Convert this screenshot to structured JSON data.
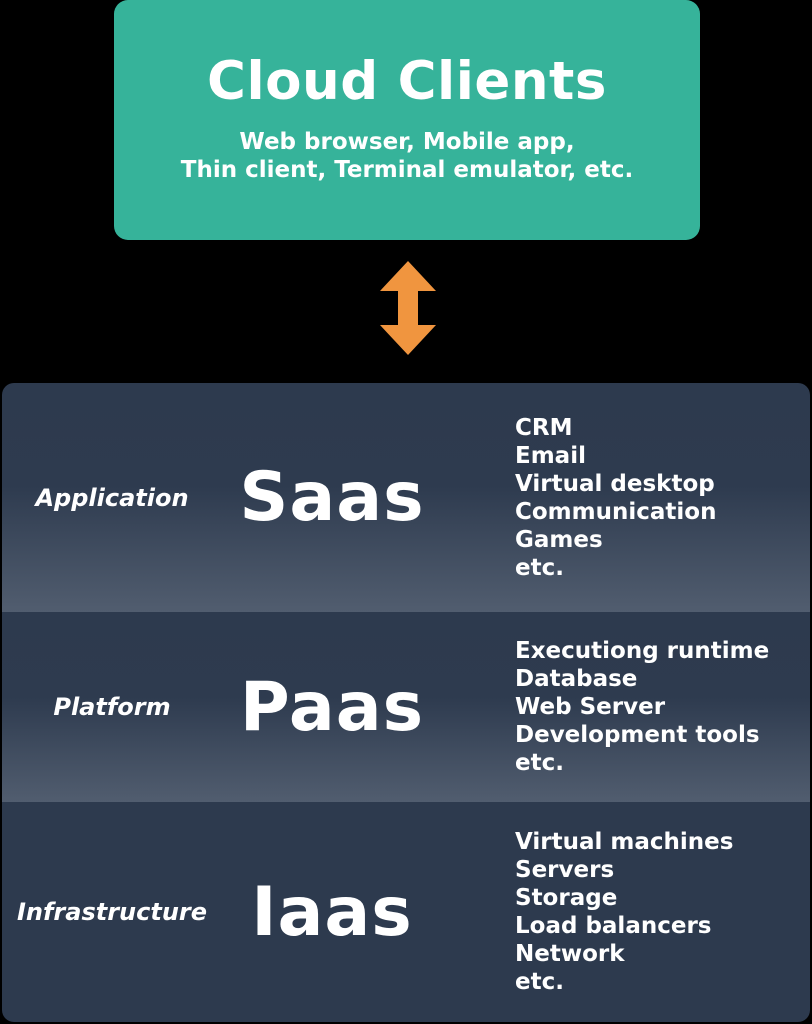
{
  "colors": {
    "background": "#000000",
    "clients_box": "#36b39a",
    "arrow": "#f0953f",
    "layer_dark": "#2d3a4e",
    "layer_light": "#515d6f",
    "text": "#ffffff"
  },
  "cloud_clients": {
    "title": "Cloud Clients",
    "subtitle_line1": "Web browser, Mobile app,",
    "subtitle_line2": "Thin client, Terminal emulator, etc."
  },
  "arrow": {
    "icon": "double-vertical-arrow-icon",
    "meaning": "bidirectional connection between clients and cloud services"
  },
  "layers": [
    {
      "category": "Application",
      "acronym": "Saas",
      "examples": [
        "CRM",
        "Email",
        "Virtual desktop",
        "Communication",
        "Games",
        "etc."
      ]
    },
    {
      "category": "Platform",
      "acronym": "Paas",
      "examples": [
        "Executiong runtime",
        "Database",
        "Web Server",
        "Development tools",
        "etc."
      ]
    },
    {
      "category": "Infrastructure",
      "acronym": "Iaas",
      "examples": [
        "Virtual machines",
        "Servers",
        "Storage",
        "Load balancers",
        "Network",
        "etc."
      ]
    }
  ]
}
